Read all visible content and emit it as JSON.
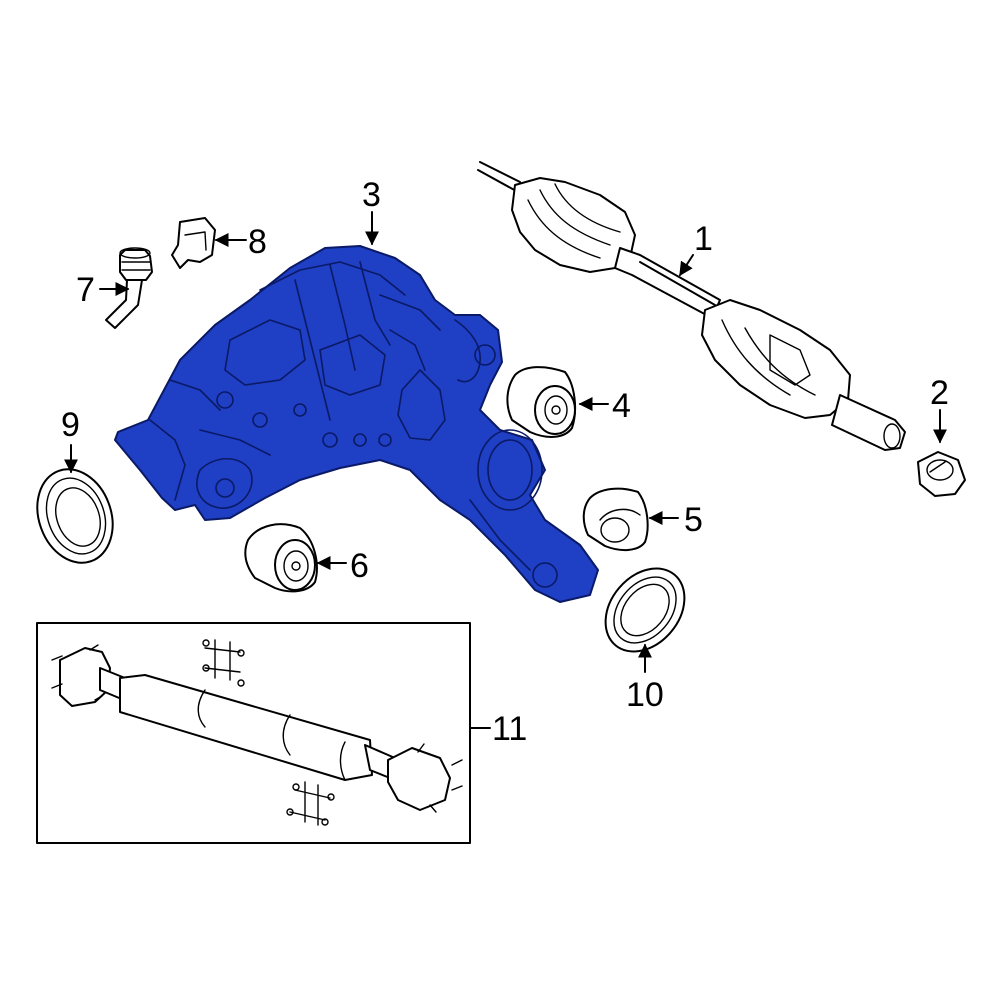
{
  "colors": {
    "highlight": "#1f3fc4",
    "highlight_outline": "#0a1a66",
    "line": "#000000",
    "background": "#ffffff"
  },
  "callouts": {
    "c1": "1",
    "c2": "2",
    "c3": "3",
    "c4": "4",
    "c5": "5",
    "c6": "6",
    "c7": "7",
    "c8": "8",
    "c9": "9",
    "c10": "10",
    "c11": "11"
  }
}
